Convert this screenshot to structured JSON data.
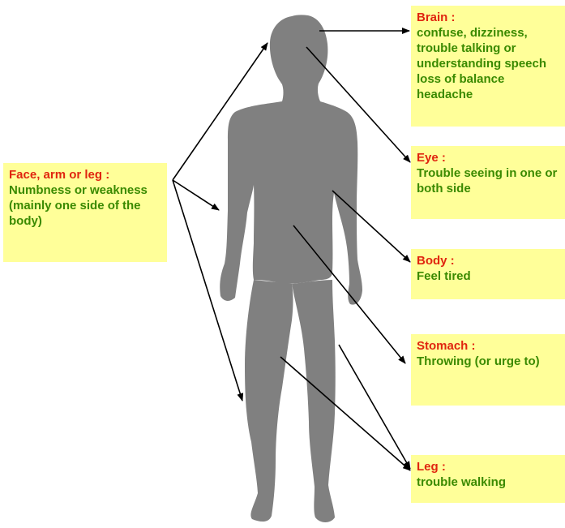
{
  "labels": {
    "brain": {
      "title": "Brain :",
      "body": "confuse, dizziness, trouble talking or understanding speech loss of balance headache"
    },
    "eye": {
      "title": "Eye :",
      "body": "Trouble seeing in one or both side"
    },
    "body": {
      "title": "Body :",
      "body": "Feel tired"
    },
    "stomach": {
      "title": "Stomach :",
      "body": "Throwing (or urge to)"
    },
    "leg": {
      "title": "Leg :",
      "body": "trouble walking"
    },
    "face_arm_leg": {
      "title": "Face, arm or leg :",
      "body": "Numbness or weakness  (mainly one side of the body)"
    }
  },
  "colors": {
    "box_background": "#ffff99",
    "title_text": "#e0250f",
    "body_text": "#3a8a00",
    "silhouette": "#808080",
    "arrow": "#000000"
  }
}
